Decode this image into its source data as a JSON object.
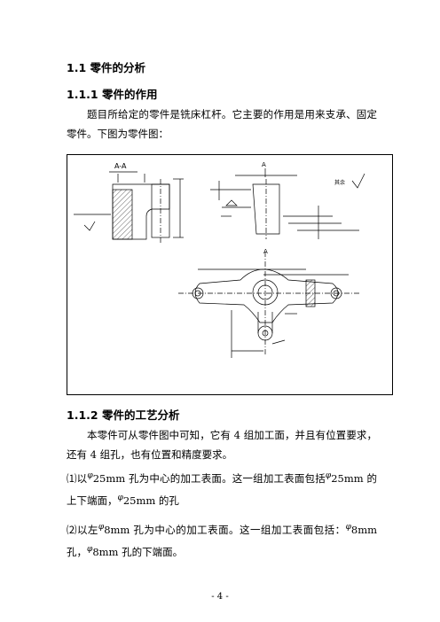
{
  "headings": {
    "h1": "1.1 零件的分析",
    "h11": "1.1.1 零件的作用",
    "h12": "1.1.2 零件的工艺分析"
  },
  "para1": "题目所给定的零件是铣床杠杆。它主要的作用是用来支承、固定零件。下图为零件图：",
  "para2": "本零件可从零件图中可知，它有 4 组加工面，并且有位置要求，还有 4 组孔，也有位置和精度要求。",
  "item1": {
    "prefix": "⑴以",
    "t1": "25mm 孔为中心的加工表面。这一组加工表面包括",
    "t2": "25mm 的上下端面，",
    "t3": "25mm 的孔"
  },
  "item2": {
    "prefix": "⑵以左",
    "t1": "8mm 孔为中心的加工表面。这一组加工表面包括：",
    "t2": "8mm 孔，",
    "t3": "8mm 孔的下端面。"
  },
  "phi_symbol": "φ",
  "drawing": {
    "section_label": "A-A",
    "view_label_a1": "A",
    "view_label_a2": "A",
    "roughness_label": "其余"
  },
  "footer": "- 4 -"
}
